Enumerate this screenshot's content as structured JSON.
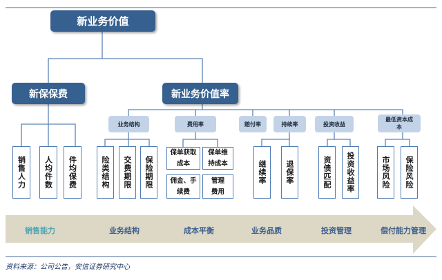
{
  "root": "新业务价值",
  "level1": {
    "left": "新保保费",
    "right": "新业务价值率"
  },
  "left_leaves": [
    "销售人力",
    "人均件数",
    "件均保费"
  ],
  "categories": {
    "structure": {
      "label": "业务结构",
      "leaves": [
        "险类结构",
        "交费期限",
        "保险期限"
      ]
    },
    "expense": {
      "label": "费用率",
      "leaves": [
        "保单获取成本",
        "保单维持成本",
        "佣金、手续费",
        "管理费用"
      ]
    },
    "claims": {
      "label": "赔付率"
    },
    "persistency": {
      "label": "持续率",
      "leaves": [
        "继续率",
        "退保率"
      ]
    },
    "investment": {
      "label": "投资收益",
      "leaves": [
        "资债匹配",
        "投资收益率"
      ]
    },
    "capital": {
      "label": "最低资本成本",
      "leaves": [
        "市场风险",
        "保险风险"
      ]
    }
  },
  "band": {
    "items": [
      "销售能力",
      "业务结构",
      "成本平衡",
      "业务品质",
      "投资管理",
      "偿付能力管理"
    ]
  },
  "source": "资料来源：公司公告，安信证券研究中心",
  "colors": {
    "main": "#35608f",
    "sub": "#c3d3e7",
    "line": "#4e7cb3",
    "band": "#ddd8c6",
    "highlight": "#4fa6b0"
  }
}
